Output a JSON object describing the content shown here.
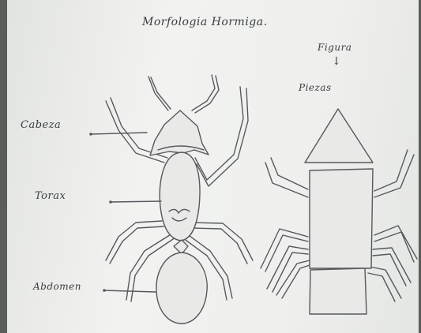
{
  "drawing": {
    "title": "Morfologia Hormiga.",
    "left_labels": {
      "head": "Cabeza",
      "thorax": "Torax",
      "abdomen": "Abdomen"
    },
    "right_labels": {
      "figure": "Figura",
      "arrow": "↓",
      "pieces": "Piezas"
    }
  }
}
